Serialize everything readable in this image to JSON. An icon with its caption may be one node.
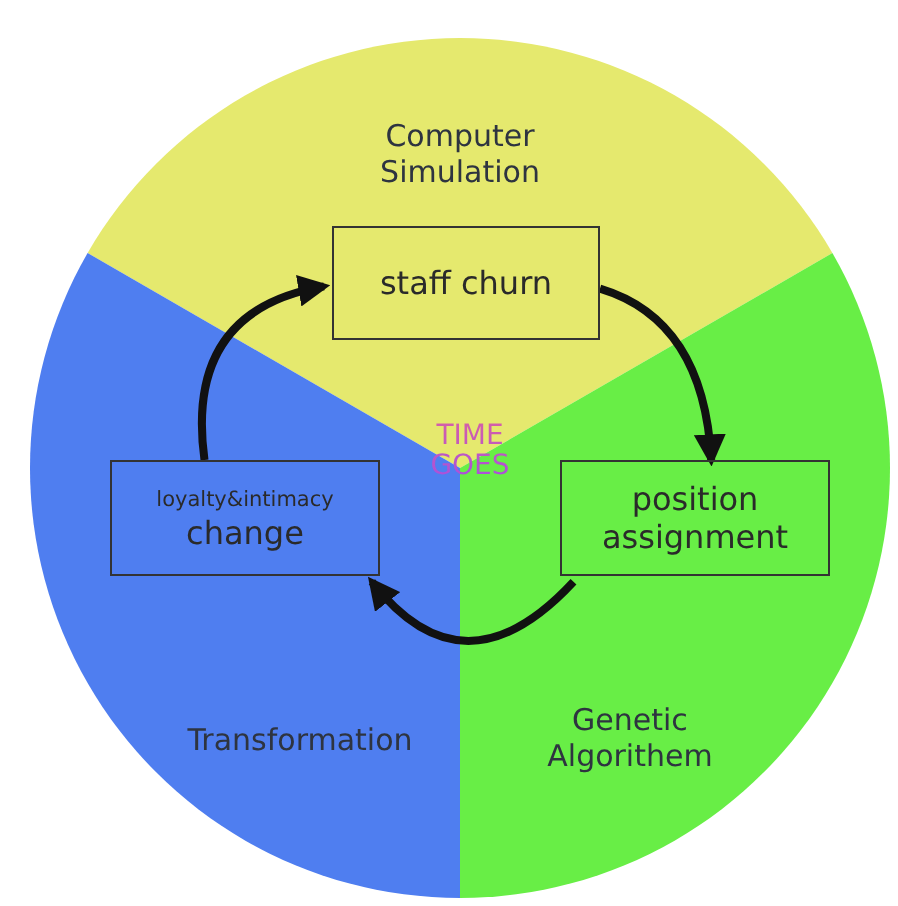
{
  "diagram": {
    "nodes": [
      {
        "text": [
          "Computer Simulation"
        ]
      },
      {
        "text": [
          "staff churn"
        ],
        "in": 0
      },
      {
        "text": [
          "Genetic Algorithem"
        ]
      },
      {
        "text": [
          "position assignment"
        ],
        "in": 2
      },
      {
        "text": [
          "Transformation"
        ]
      },
      {
        "text": [
          "loyalty&intimacy",
          "change"
        ],
        "in": 4
      }
    ],
    "edges": [
      {
        "from": 1,
        "to": 3,
        "arrow": "to"
      },
      {
        "from": 3,
        "to": 5,
        "arrow": "to"
      },
      {
        "from": 5,
        "to": 1,
        "arrow": "to"
      }
    ],
    "labels": [
      "TIME GOES"
    ]
  }
}
